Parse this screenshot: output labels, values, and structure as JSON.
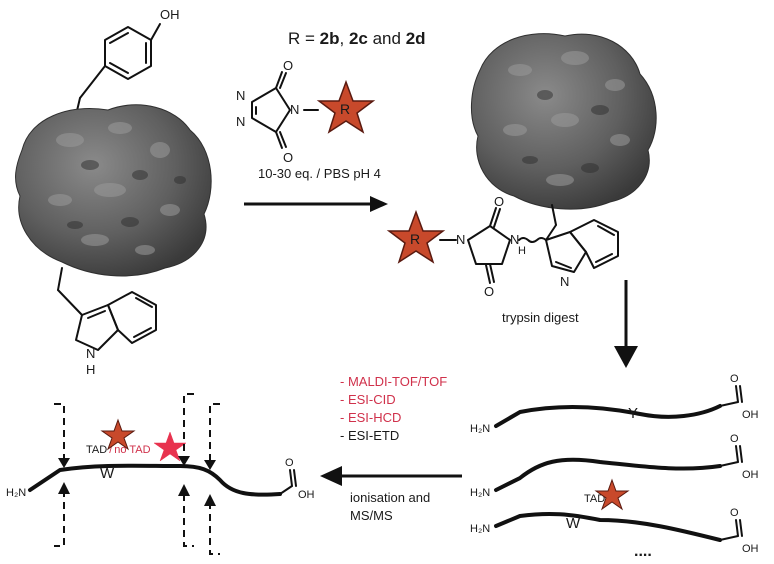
{
  "reagent": {
    "r_prefix": "R = ",
    "r_variants": [
      "2b",
      "2c",
      "2d"
    ],
    "r_sep1": ", ",
    "r_sep2": " and ",
    "conditions": "10-30 eq. / PBS pH 4",
    "star_label": "R"
  },
  "atoms": {
    "oh": "OH",
    "o": "O",
    "n": "N",
    "nh": "N",
    "h": "H",
    "h2n": "H₂N",
    "oh_acid": "OH"
  },
  "steps": {
    "trypsin": "trypsin digest",
    "ionisation_line1": "ionisation and",
    "ionisation_line2": "MS/MS"
  },
  "methods": [
    {
      "label": "- MALDI-TOF/TOF",
      "color": "#d0314b"
    },
    {
      "label": "- ESI-CID",
      "color": "#d0314b"
    },
    {
      "label": "- ESI-HCD",
      "color": "#d0314b"
    },
    {
      "label": "- ESI-ETD",
      "color": "#1a1a1a"
    }
  ],
  "peptides": {
    "residue_y": "Y",
    "residue_w": "W",
    "tad": "TAD",
    "no_tad": "no TAD",
    "slash": "/",
    "more": "...."
  },
  "colors": {
    "protein": "#5f5f5f",
    "protein_shadow": "#3a3a3a",
    "star": "#c8492b",
    "star_stroke": "#5a1a10",
    "star_pink": "#e8334f",
    "accent_red": "#d0314b"
  }
}
